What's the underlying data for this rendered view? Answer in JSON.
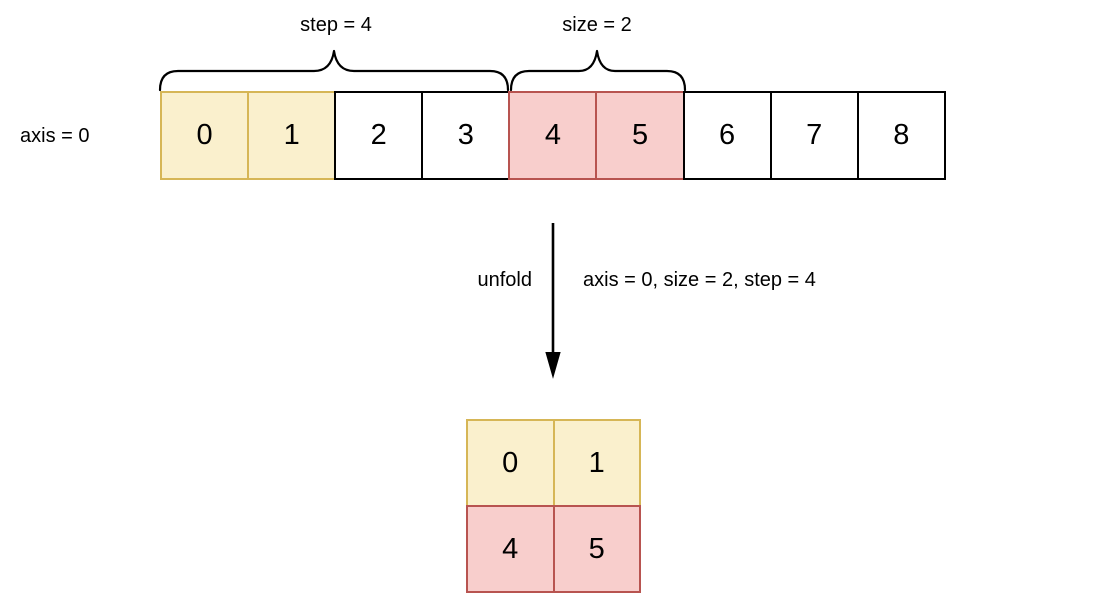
{
  "colors": {
    "canvas-bg": "#FFFFFF",
    "yellow-fill": "#FAF0CD",
    "yellow-border": "#D6B656",
    "pink-fill": "#F8CECC",
    "pink-border": "#B85450",
    "white-fill": "#FFFFFF",
    "black-border": "#000000",
    "line-color": "#000000",
    "text-color": "#000000"
  },
  "labels": {
    "step": "step = 4",
    "size": "size = 2",
    "axis": "axis = 0",
    "operation": "unfold",
    "params": "axis = 0, size = 2, step = 4"
  },
  "input_array": {
    "cells": [
      {
        "value": "0",
        "highlight": "yellow"
      },
      {
        "value": "1",
        "highlight": "yellow"
      },
      {
        "value": "2",
        "highlight": "white"
      },
      {
        "value": "3",
        "highlight": "white"
      },
      {
        "value": "4",
        "highlight": "pink"
      },
      {
        "value": "5",
        "highlight": "pink"
      },
      {
        "value": "6",
        "highlight": "white"
      },
      {
        "value": "7",
        "highlight": "white"
      },
      {
        "value": "8",
        "highlight": "white"
      }
    ]
  },
  "output_matrix": {
    "cells": [
      {
        "value": "0",
        "highlight": "yellow"
      },
      {
        "value": "1",
        "highlight": "yellow"
      },
      {
        "value": "4",
        "highlight": "pink"
      },
      {
        "value": "5",
        "highlight": "pink"
      }
    ]
  }
}
